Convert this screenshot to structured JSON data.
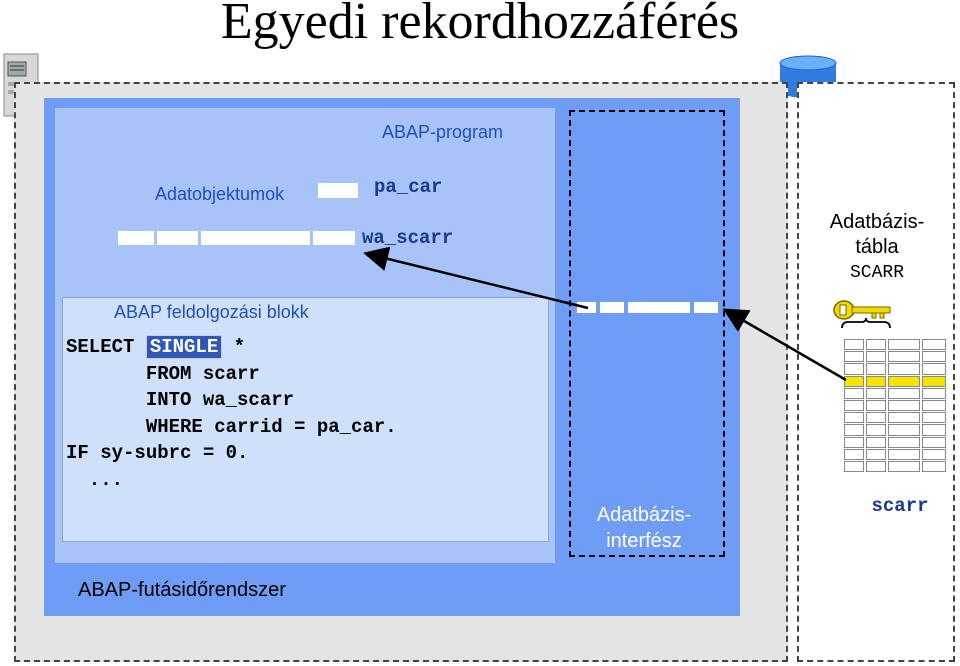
{
  "title": "Egyedi rekordhozzáférés",
  "labels": {
    "abap_program": "ABAP-program",
    "data_objects": "Adatobjektumok",
    "pa_car": "pa_car",
    "wa_scarr": "wa_scarr",
    "processing_block": "ABAP feldolgozási blokk",
    "runtime": "ABAP-futásidőrendszer",
    "db_interface_line1": "Adatbázis-",
    "db_interface_line2": "interfész",
    "db_table_line1": "Adatbázis-",
    "db_table_line2": "tábla",
    "db_table_name": "SCARR",
    "table_caption": "scarr"
  },
  "code": {
    "line1_pre": "SELECT ",
    "single": "SINGLE",
    "line1_post": " *",
    "line2": "       FROM scarr",
    "line3": "       INTO wa_scarr",
    "line4": "       WHERE carrid = pa_car.",
    "line5": "IF sy-subrc = 0.",
    "line6": "  ..."
  },
  "colors": {
    "runtime_bg": "#6f9cf5",
    "program_bg": "#a8c3f8",
    "block_bg": "#cfe0fa",
    "highlight_row": "#f5e400",
    "label_blue": "#1f4fbf",
    "key_yellow": "#f0d800"
  },
  "icons": [
    "server-icon",
    "database-icon",
    "key-icon"
  ]
}
